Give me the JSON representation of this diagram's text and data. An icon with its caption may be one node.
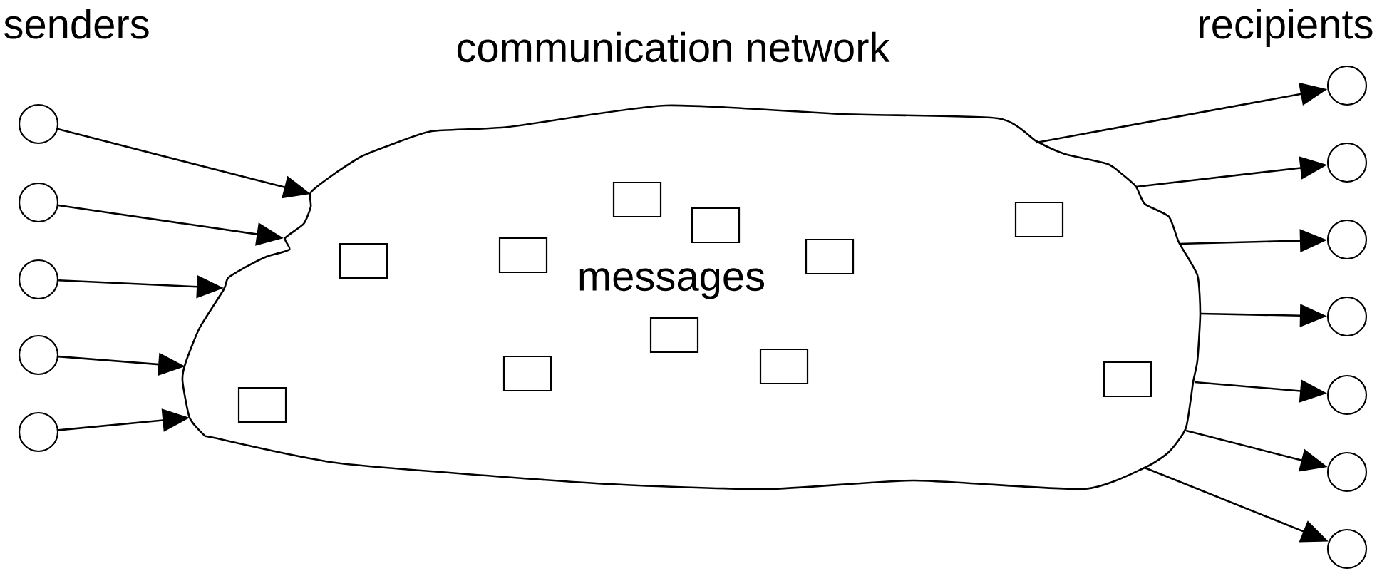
{
  "diagram": {
    "nodes": [
      {
        "text": [],
        "shape": "circle"
      },
      {
        "text": [],
        "shape": "circle"
      },
      {
        "text": [],
        "shape": "circle"
      },
      {
        "text": [],
        "shape": "circle"
      },
      {
        "text": [],
        "shape": "circle"
      },
      {
        "text": [
          "communication network",
          "messages"
        ]
      },
      {
        "text": [],
        "shape": "box",
        "in": 5
      },
      {
        "text": [],
        "shape": "box",
        "in": 5
      },
      {
        "text": [],
        "shape": "box",
        "in": 5
      },
      {
        "text": [],
        "shape": "box",
        "in": 5
      },
      {
        "text": [],
        "shape": "box",
        "in": 5
      },
      {
        "text": [],
        "shape": "box",
        "in": 5
      },
      {
        "text": [],
        "shape": "box",
        "in": 5
      },
      {
        "text": [],
        "shape": "box",
        "in": 5
      },
      {
        "text": [],
        "shape": "box",
        "in": 5
      },
      {
        "text": [],
        "shape": "box",
        "in": 5
      },
      {
        "text": [],
        "shape": "box",
        "in": 5
      },
      {
        "text": [],
        "shape": "circle"
      },
      {
        "text": [],
        "shape": "circle"
      },
      {
        "text": [],
        "shape": "circle"
      },
      {
        "text": [],
        "shape": "circle"
      },
      {
        "text": [],
        "shape": "circle"
      },
      {
        "text": [],
        "shape": "circle"
      },
      {
        "text": [],
        "shape": "circle"
      }
    ],
    "edges": [
      {
        "from": 0,
        "to": 5,
        "arrow": "to"
      },
      {
        "from": 1,
        "to": 5,
        "arrow": "to"
      },
      {
        "from": 2,
        "to": 5,
        "arrow": "to"
      },
      {
        "from": 3,
        "to": 5,
        "arrow": "to"
      },
      {
        "from": 4,
        "to": 5,
        "arrow": "to"
      },
      {
        "from": 5,
        "to": 17,
        "arrow": "to"
      },
      {
        "from": 5,
        "to": 18,
        "arrow": "to"
      },
      {
        "from": 5,
        "to": 19,
        "arrow": "to"
      },
      {
        "from": 5,
        "to": 20,
        "arrow": "to"
      },
      {
        "from": 5,
        "to": 21,
        "arrow": "to"
      },
      {
        "from": 5,
        "to": 22,
        "arrow": "to"
      },
      {
        "from": 5,
        "to": 23,
        "arrow": "to"
      }
    ],
    "labels": [
      "senders",
      "recipients"
    ]
  }
}
